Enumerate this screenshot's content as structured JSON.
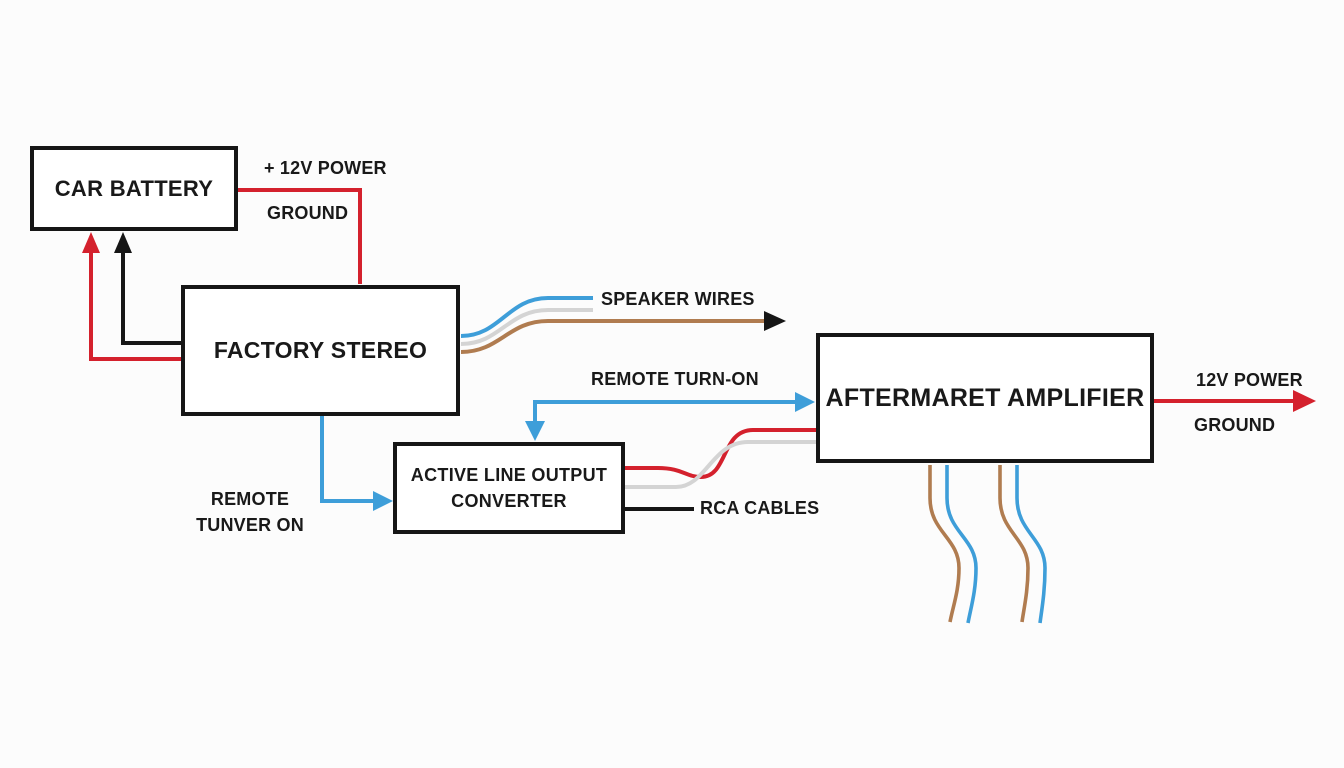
{
  "boxes": {
    "battery": {
      "label": "CAR BATTERY"
    },
    "stereo": {
      "label": "FACTORY STEREO"
    },
    "aloc": {
      "label_line1": "ACTIVE LINE OUTPUT",
      "label_line2": "CONVERTER"
    },
    "amp": {
      "label": "AFTERMARET AMPLIFIER"
    }
  },
  "labels": {
    "battery_power": "+ 12V POWER",
    "battery_ground": "GROUND",
    "speaker_wires": "SPEAKER WIRES",
    "remote_turn_on": "REMOTE TURN-ON",
    "remote_tunver_line1": "REMOTE",
    "remote_tunver_line2": "TUNVER ON",
    "rca_cables": "RCA CABLES",
    "amp_power": "12V POWER",
    "amp_ground": "GROUND"
  },
  "colors": {
    "red": "#d4212d",
    "blue": "#3e9ed9",
    "brown": "#b07c50",
    "gray": "#d4d4d4",
    "black": "#161616"
  }
}
